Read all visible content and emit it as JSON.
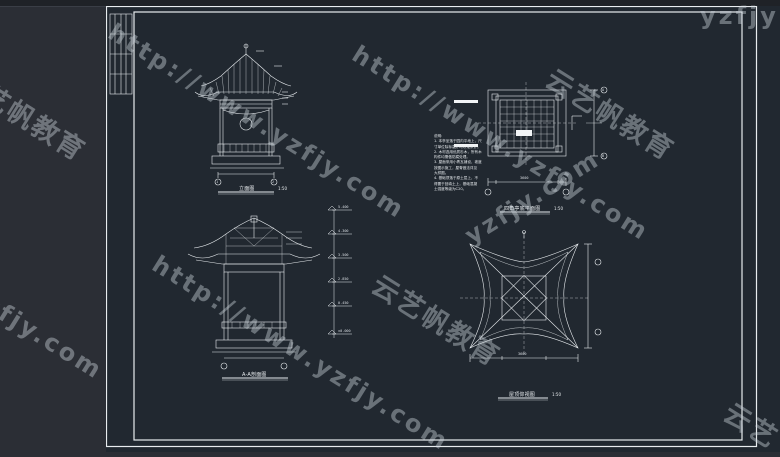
{
  "drawing": {
    "colors": {
      "background": "#212830",
      "line": "#e8ecef",
      "frame": "#ffffff"
    },
    "views": {
      "front_elevation": {
        "title": "立面图",
        "scale": "1:50"
      },
      "section_aa": {
        "title": "A-A剖面图"
      },
      "plan": {
        "title": "四角亭底平面图",
        "scale": "1:50"
      },
      "roof_plan": {
        "title": "屋顶仰视图",
        "scale": "1:50"
      }
    },
    "notes_heading": "说明:",
    "notes_lines": [
      "1. 本亭坐落于园内平地上，尺",
      "寸单位除标高外均以毫米计。",
      "2. 木材选用优质杉木，所有木",
      "构件均需做防腐处理。",
      "3. 屋面采用小青瓦铺设，坡度",
      "按图示施工，屋脊做法详见",
      "大样图。",
      "4. 基础须落于原土层上，不",
      "得置于回填土上，基础混凝",
      "土强度等级为C20。"
    ],
    "dimensions": {
      "plan_width": "3600",
      "roof_width": "3600",
      "elev_marks": [
        "±0.000",
        "0.450",
        "2.850",
        "3.500",
        "4.300",
        "5.400"
      ]
    },
    "axis_labels": [
      "1",
      "2",
      "A",
      "B"
    ]
  },
  "watermarks": {
    "url_text": "http://www.yzfjy.com",
    "brand_text": "云艺帆教育",
    "fragment_top": "yzfjy",
    "fragment_left": "zfjy.com",
    "fragment_right": "云艺",
    "fragment_brand_left": "艺帆教育",
    "fragment_right_url": "yzfjy.com"
  }
}
